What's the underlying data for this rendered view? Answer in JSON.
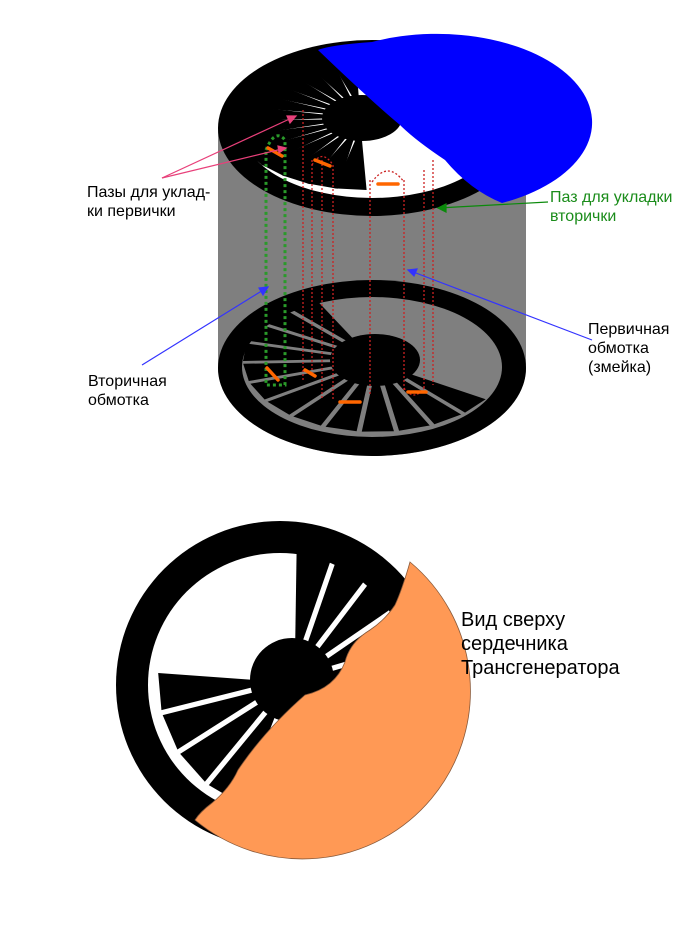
{
  "labels": {
    "primary_slots": "Пазы для уклад-\nки первички",
    "secondary_slot": "Паз для укладки\nвторички",
    "secondary_winding": "Вторичная\nобмотка",
    "primary_winding": "Первичная\nобмотка\n(змейка)",
    "top_view": "Вид сверху\nсердечника\nТрансгенератора"
  },
  "colors": {
    "core": "#000000",
    "body": "#7f7f7f",
    "top_cover": "#0000ff",
    "cover_bottom_view": "#ff9955",
    "arrow_primary_slots": "#e8407a",
    "arrow_secondary_slot": "#0b8a0b",
    "arrow_windings": "#3333ff",
    "secondary_winding": "#2a9a2a",
    "primary_winding": "#cc2222",
    "coil_segment": "#ff6600"
  }
}
